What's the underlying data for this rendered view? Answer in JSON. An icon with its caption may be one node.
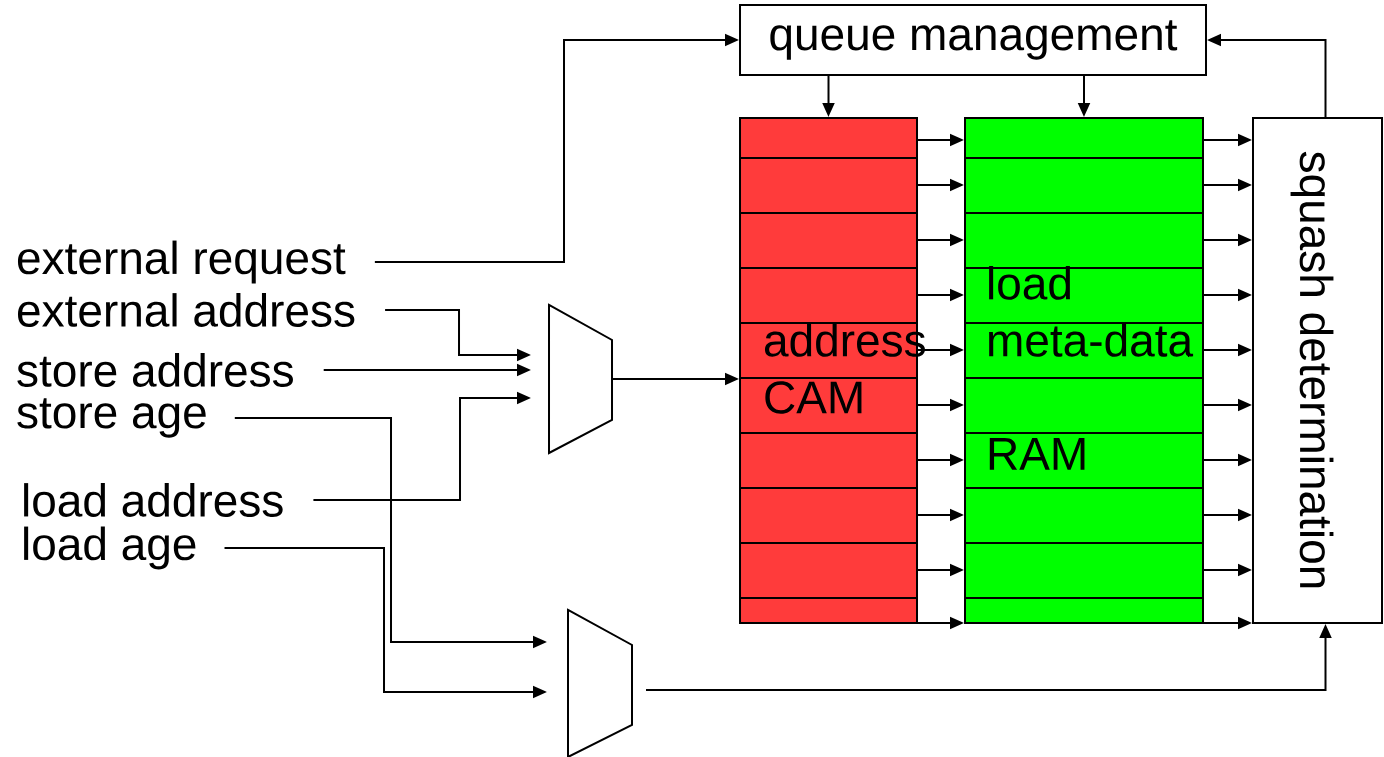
{
  "diagram": {
    "nodes": [
      {
        "text": [
          "queue management"
        ]
      },
      {
        "text": [
          "external request"
        ]
      },
      {
        "text": [
          "external address"
        ]
      },
      {
        "text": [
          "store address"
        ]
      },
      {
        "text": [
          "store age"
        ]
      },
      {
        "text": [
          "load address"
        ]
      },
      {
        "text": [
          "load age"
        ]
      },
      {
        "text": [],
        "shape": "trapezoid"
      },
      {
        "text": [],
        "shape": "trapezoid"
      },
      {
        "text": [
          "address CAM"
        ]
      },
      {
        "text": [
          "load meta-data",
          "RAM"
        ]
      },
      {
        "text": [
          "squash determination"
        ]
      }
    ],
    "edges": [
      {
        "from": 1,
        "to": 0,
        "arrow": "to"
      },
      {
        "from": 11,
        "to": 0,
        "arrow": "to"
      },
      {
        "from": 0,
        "to": 9,
        "arrow": "to"
      },
      {
        "from": 0,
        "to": 10,
        "arrow": "to"
      },
      {
        "from": 2,
        "to": 7,
        "arrow": "to"
      },
      {
        "from": 3,
        "to": 7,
        "arrow": "to"
      },
      {
        "from": 5,
        "to": 7,
        "arrow": "to"
      },
      {
        "from": 7,
        "to": 9,
        "arrow": "to"
      },
      {
        "from": 4,
        "to": 8,
        "arrow": "to"
      },
      {
        "from": 6,
        "to": 8,
        "arrow": "to"
      },
      {
        "from": 8,
        "to": 11,
        "arrow": "to"
      },
      {
        "from": 9,
        "to": 10,
        "arrow": "to"
      },
      {
        "from": 9,
        "to": 10,
        "arrow": "to"
      },
      {
        "from": 9,
        "to": 10,
        "arrow": "to"
      },
      {
        "from": 9,
        "to": 10,
        "arrow": "to"
      },
      {
        "from": 9,
        "to": 10,
        "arrow": "to"
      },
      {
        "from": 9,
        "to": 10,
        "arrow": "to"
      },
      {
        "from": 9,
        "to": 10,
        "arrow": "to"
      },
      {
        "from": 9,
        "to": 10,
        "arrow": "to"
      },
      {
        "from": 9,
        "to": 10,
        "arrow": "to"
      },
      {
        "from": 9,
        "to": 10,
        "arrow": "to"
      },
      {
        "from": 10,
        "to": 11,
        "arrow": "to"
      },
      {
        "from": 10,
        "to": 11,
        "arrow": "to"
      },
      {
        "from": 10,
        "to": 11,
        "arrow": "to"
      },
      {
        "from": 10,
        "to": 11,
        "arrow": "to"
      },
      {
        "from": 10,
        "to": 11,
        "arrow": "to"
      },
      {
        "from": 10,
        "to": 11,
        "arrow": "to"
      },
      {
        "from": 10,
        "to": 11,
        "arrow": "to"
      },
      {
        "from": 10,
        "to": 11,
        "arrow": "to"
      },
      {
        "from": 10,
        "to": 11,
        "arrow": "to"
      },
      {
        "from": 10,
        "to": 11,
        "arrow": "to"
      }
    ]
  }
}
